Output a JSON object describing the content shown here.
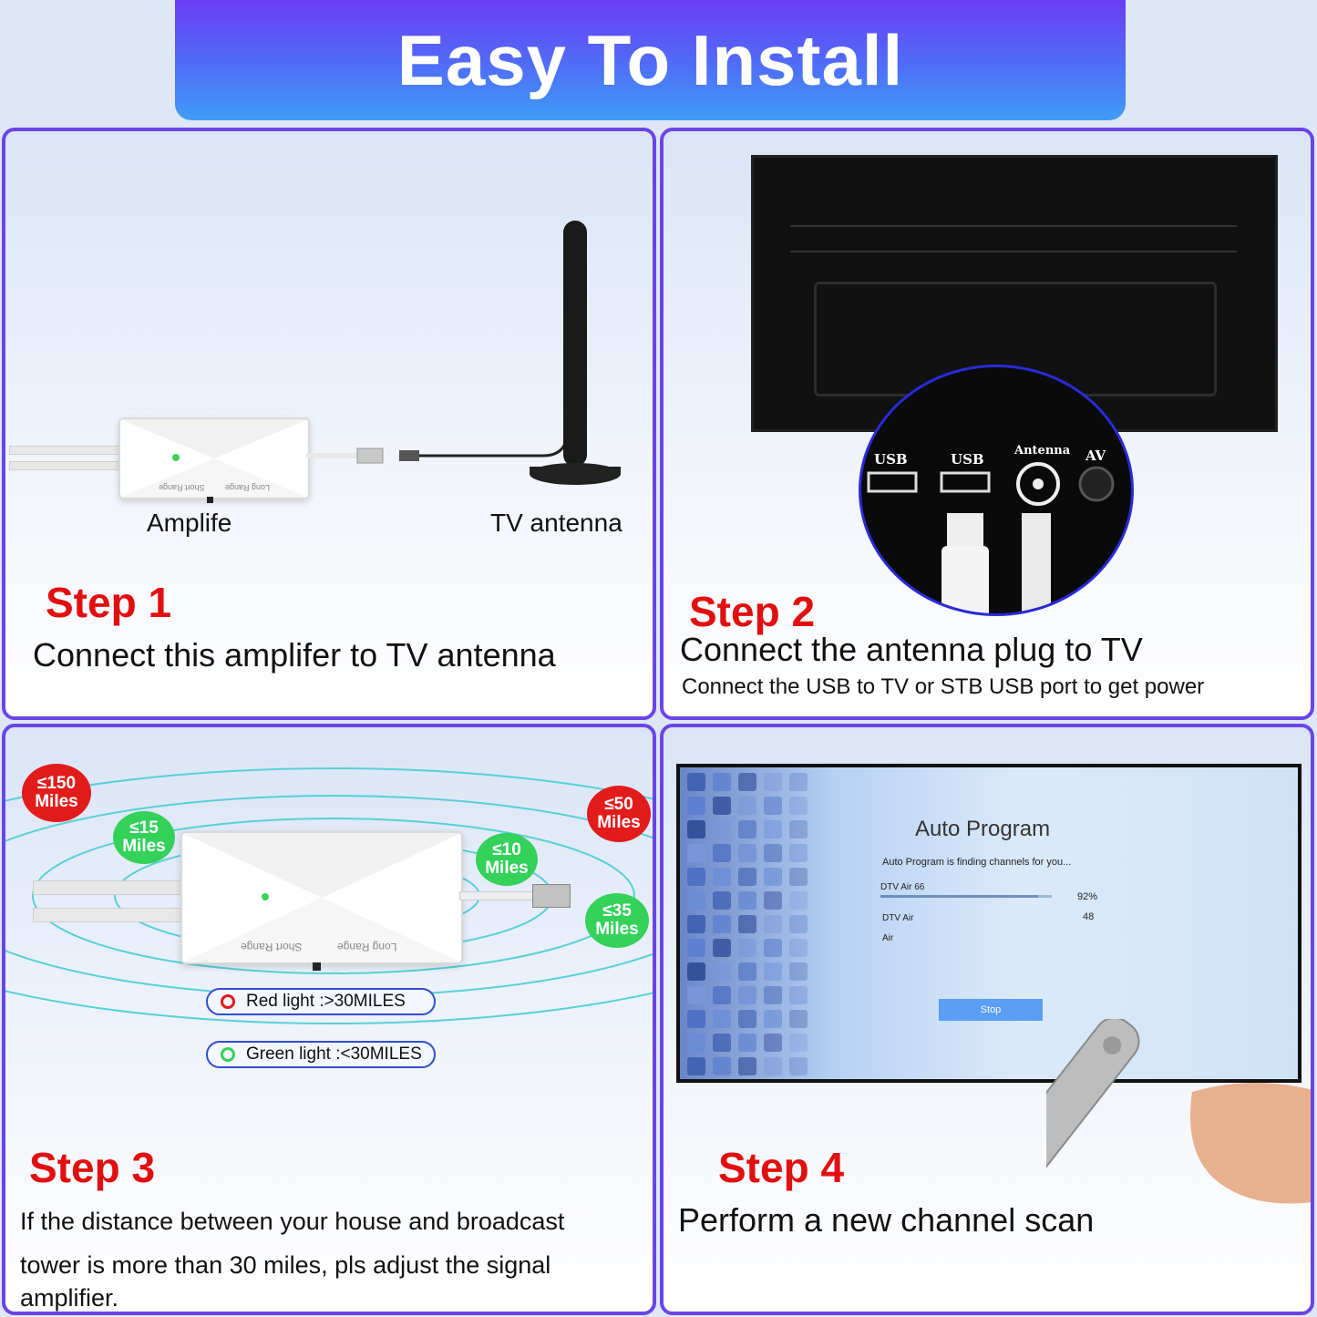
{
  "banner": {
    "title": "Easy To Install"
  },
  "step1": {
    "title": "Step 1",
    "desc": "Connect this amplifer to TV antenna",
    "amp_label": "Amplife",
    "antenna_label": "TV antenna",
    "amp_short": "Short Range",
    "amp_long": "Long Range"
  },
  "step2": {
    "title": "Step 2",
    "desc": "Connect the antenna plug to TV",
    "subdesc": "Connect the USB to TV or STB USB port to get power",
    "ports": [
      "USB",
      "USB",
      "Antenna",
      "AV"
    ]
  },
  "step3": {
    "title": "Step 3",
    "desc_line1": "If the distance between your house and broadcast",
    "desc_line2": "tower is more than 30 miles, pls adjust the signal",
    "desc_line3": "amplifier.",
    "badges": [
      {
        "value": "≤150",
        "unit": "Miles",
        "color": "red"
      },
      {
        "value": "≤15",
        "unit": "Miles",
        "color": "green"
      },
      {
        "value": "≤10",
        "unit": "Miles",
        "color": "green"
      },
      {
        "value": "≤50",
        "unit": "Miles",
        "color": "red"
      },
      {
        "value": "≤35",
        "unit": "Miles",
        "color": "green"
      }
    ],
    "legend_red": "Red light :>30MILES",
    "legend_green": "Green light :<30MILES",
    "amp_short": "Short Range",
    "amp_long": "Long Range"
  },
  "step4": {
    "title": "Step 4",
    "desc": "Perform a new channel scan",
    "screen": {
      "heading": "Auto Program",
      "subheading": "Auto Program is finding channels for you...",
      "row1_label": "DTV Air 66",
      "row1_value": "92%",
      "progress": 0.92,
      "row2_label": "DTV Air",
      "row2_value": "48",
      "row3_label": "Air",
      "stop_label": "Stop"
    }
  },
  "colors": {
    "accent_red": "#e01010",
    "border_purple": "#6a45e6",
    "badge_green": "#34d15b",
    "badge_red": "#e21b1b"
  }
}
